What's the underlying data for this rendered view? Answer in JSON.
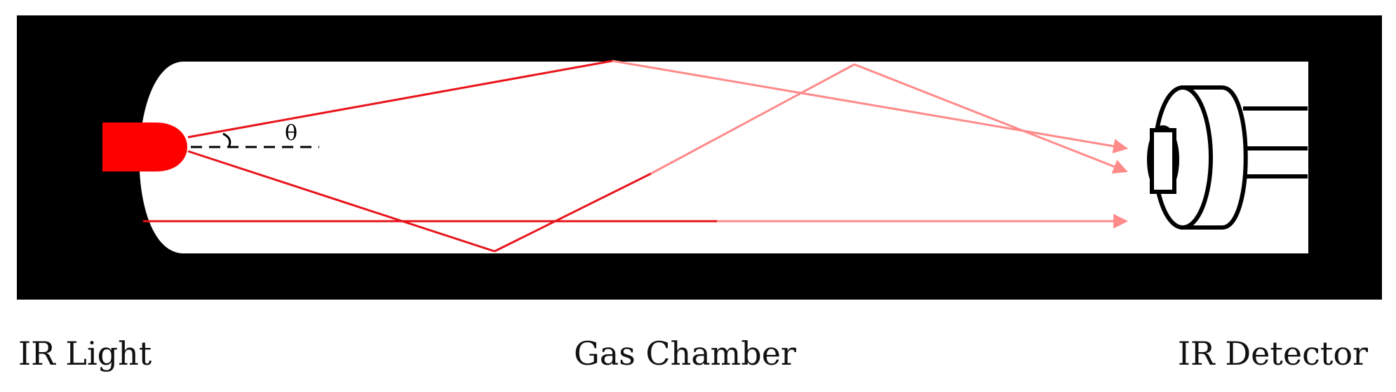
{
  "labels": {
    "light": "IR Light",
    "chamber": "Gas Chamber",
    "detector": "IR Detector",
    "angle": "θ"
  },
  "colors": {
    "housing": "#000000",
    "chamber": "#ffffff",
    "emitter": "#ff0000",
    "ray_strong": "#e8141c",
    "ray_faded": "#ff8a8a",
    "detector_outline": "#000000"
  },
  "icons": {
    "source": "led-emitter",
    "sensor": "photodetector-can"
  }
}
